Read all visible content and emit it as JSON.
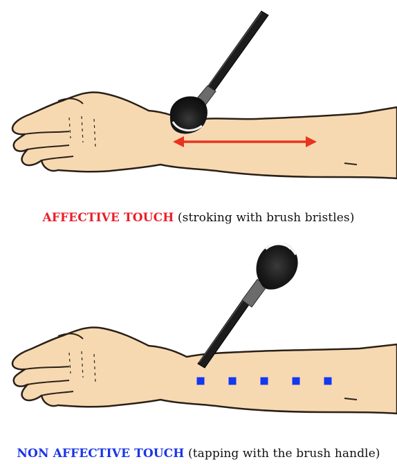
{
  "panels": [
    {
      "id": "affective",
      "caption_keyword": "AFFECTIVE TOUCH",
      "caption_rest": " (stroking with brush bristles)",
      "keyword_color": "#e8202a",
      "gesture": "stroke-arrow",
      "gesture_color": "#e8331f"
    },
    {
      "id": "non-affective",
      "caption_keyword": "NON AFFECTIVE TOUCH",
      "caption_rest": " (tapping with the brush handle)",
      "keyword_color": "#1a35e6",
      "gesture": "tap-points",
      "gesture_color": "#1238f0",
      "tap_count": 5
    }
  ],
  "colors": {
    "skin": "#f7d9b1",
    "outline": "#2a2018",
    "brush_handle": "#1c1c1c",
    "ferrule": "#6b6b6b",
    "bristle_dark": "#1a1a1a",
    "bristle_light": "#f2f2f2"
  }
}
